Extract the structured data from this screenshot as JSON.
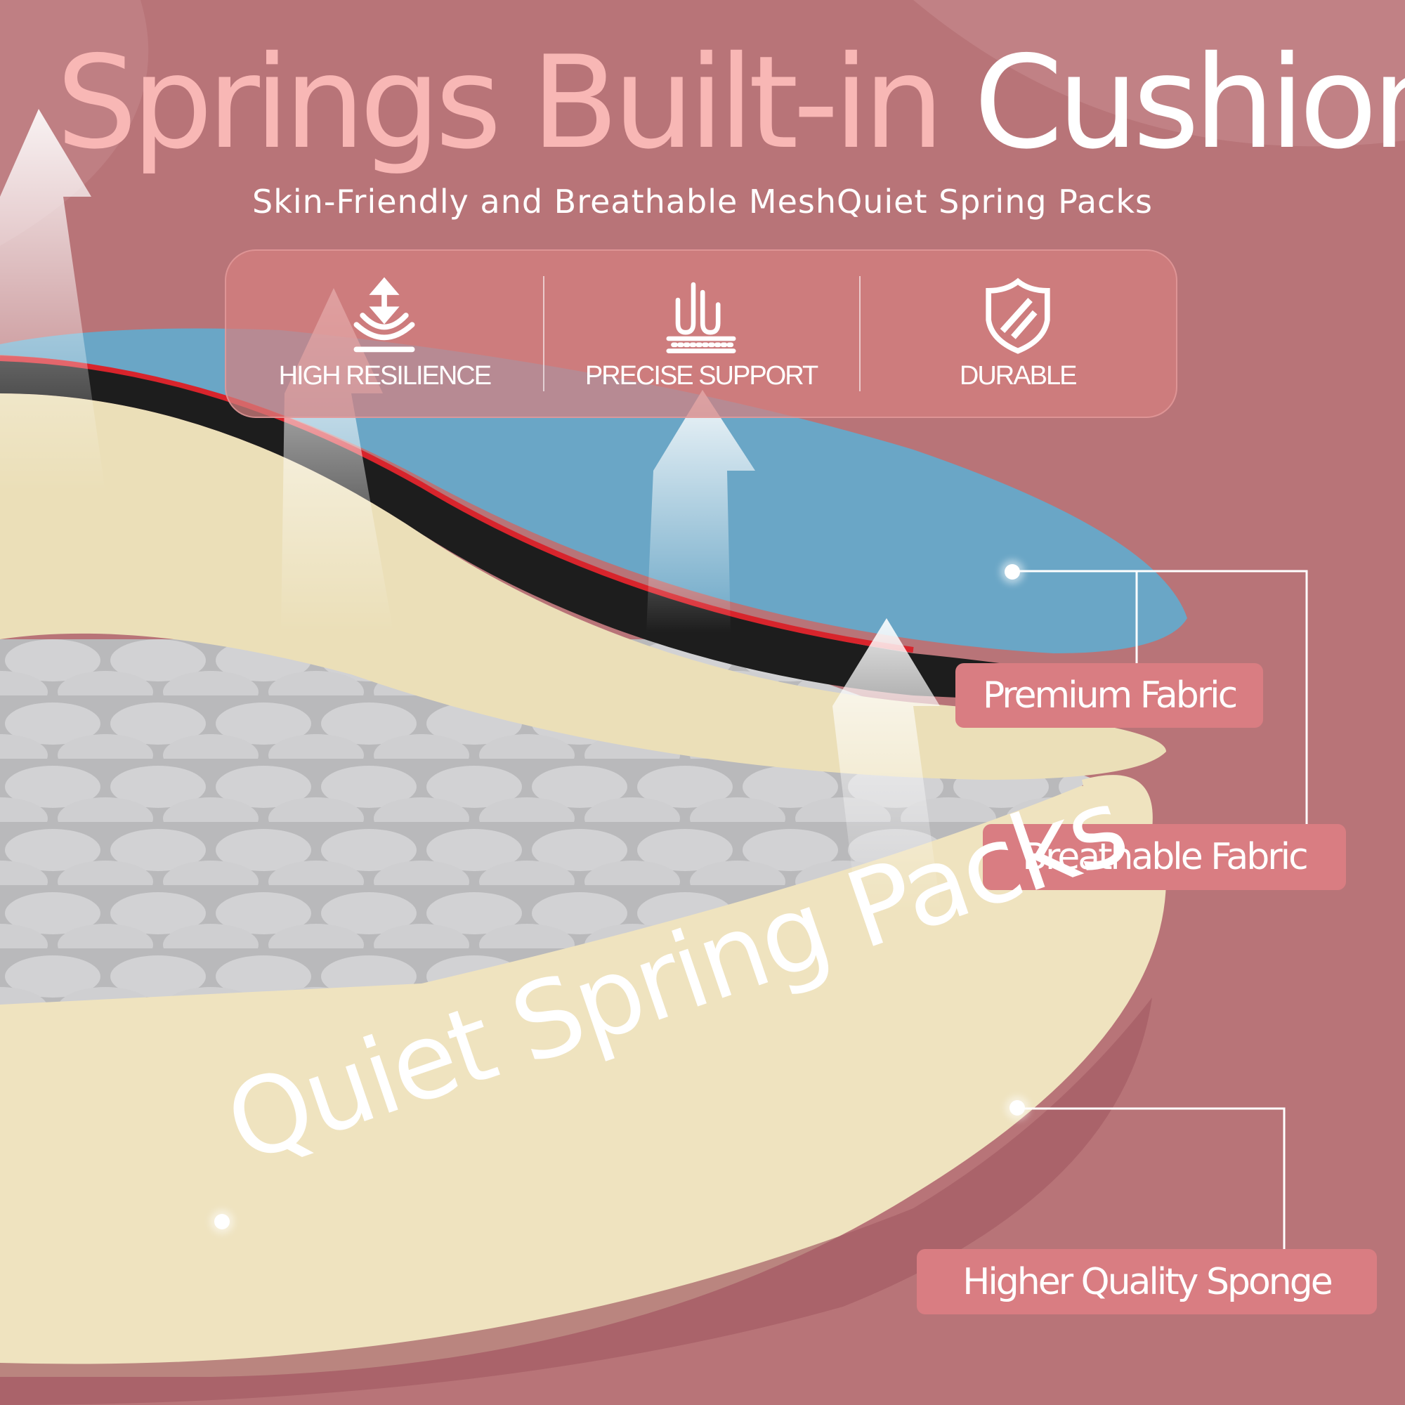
{
  "header": {
    "title_part1": "Springs Built-in",
    "title_part2": "Cushion",
    "subtitle": "Skin-Friendly and Breathable MeshQuiet Spring Packs"
  },
  "features": [
    {
      "icon": "compress-arrow-icon",
      "label": "HIGH RESILIENCE"
    },
    {
      "icon": "support-layers-icon",
      "label": "PRECISE SUPPORT"
    },
    {
      "icon": "shield-icon",
      "label": "DURABLE"
    }
  ],
  "callouts": {
    "premium": "Premium Fabric",
    "breathable": "Breathable Fabric",
    "sponge": "Higher Quality Sponge"
  },
  "overlay_text": "Quiet Spring Packs",
  "colors": {
    "background": "#b87478",
    "title_pink": "#f8b7b5",
    "label_bg": "#d97d82",
    "fabric_blue": "#6aa6c6",
    "sponge_cream": "#efe3bf",
    "spring_gray": "#c9c9cb"
  }
}
